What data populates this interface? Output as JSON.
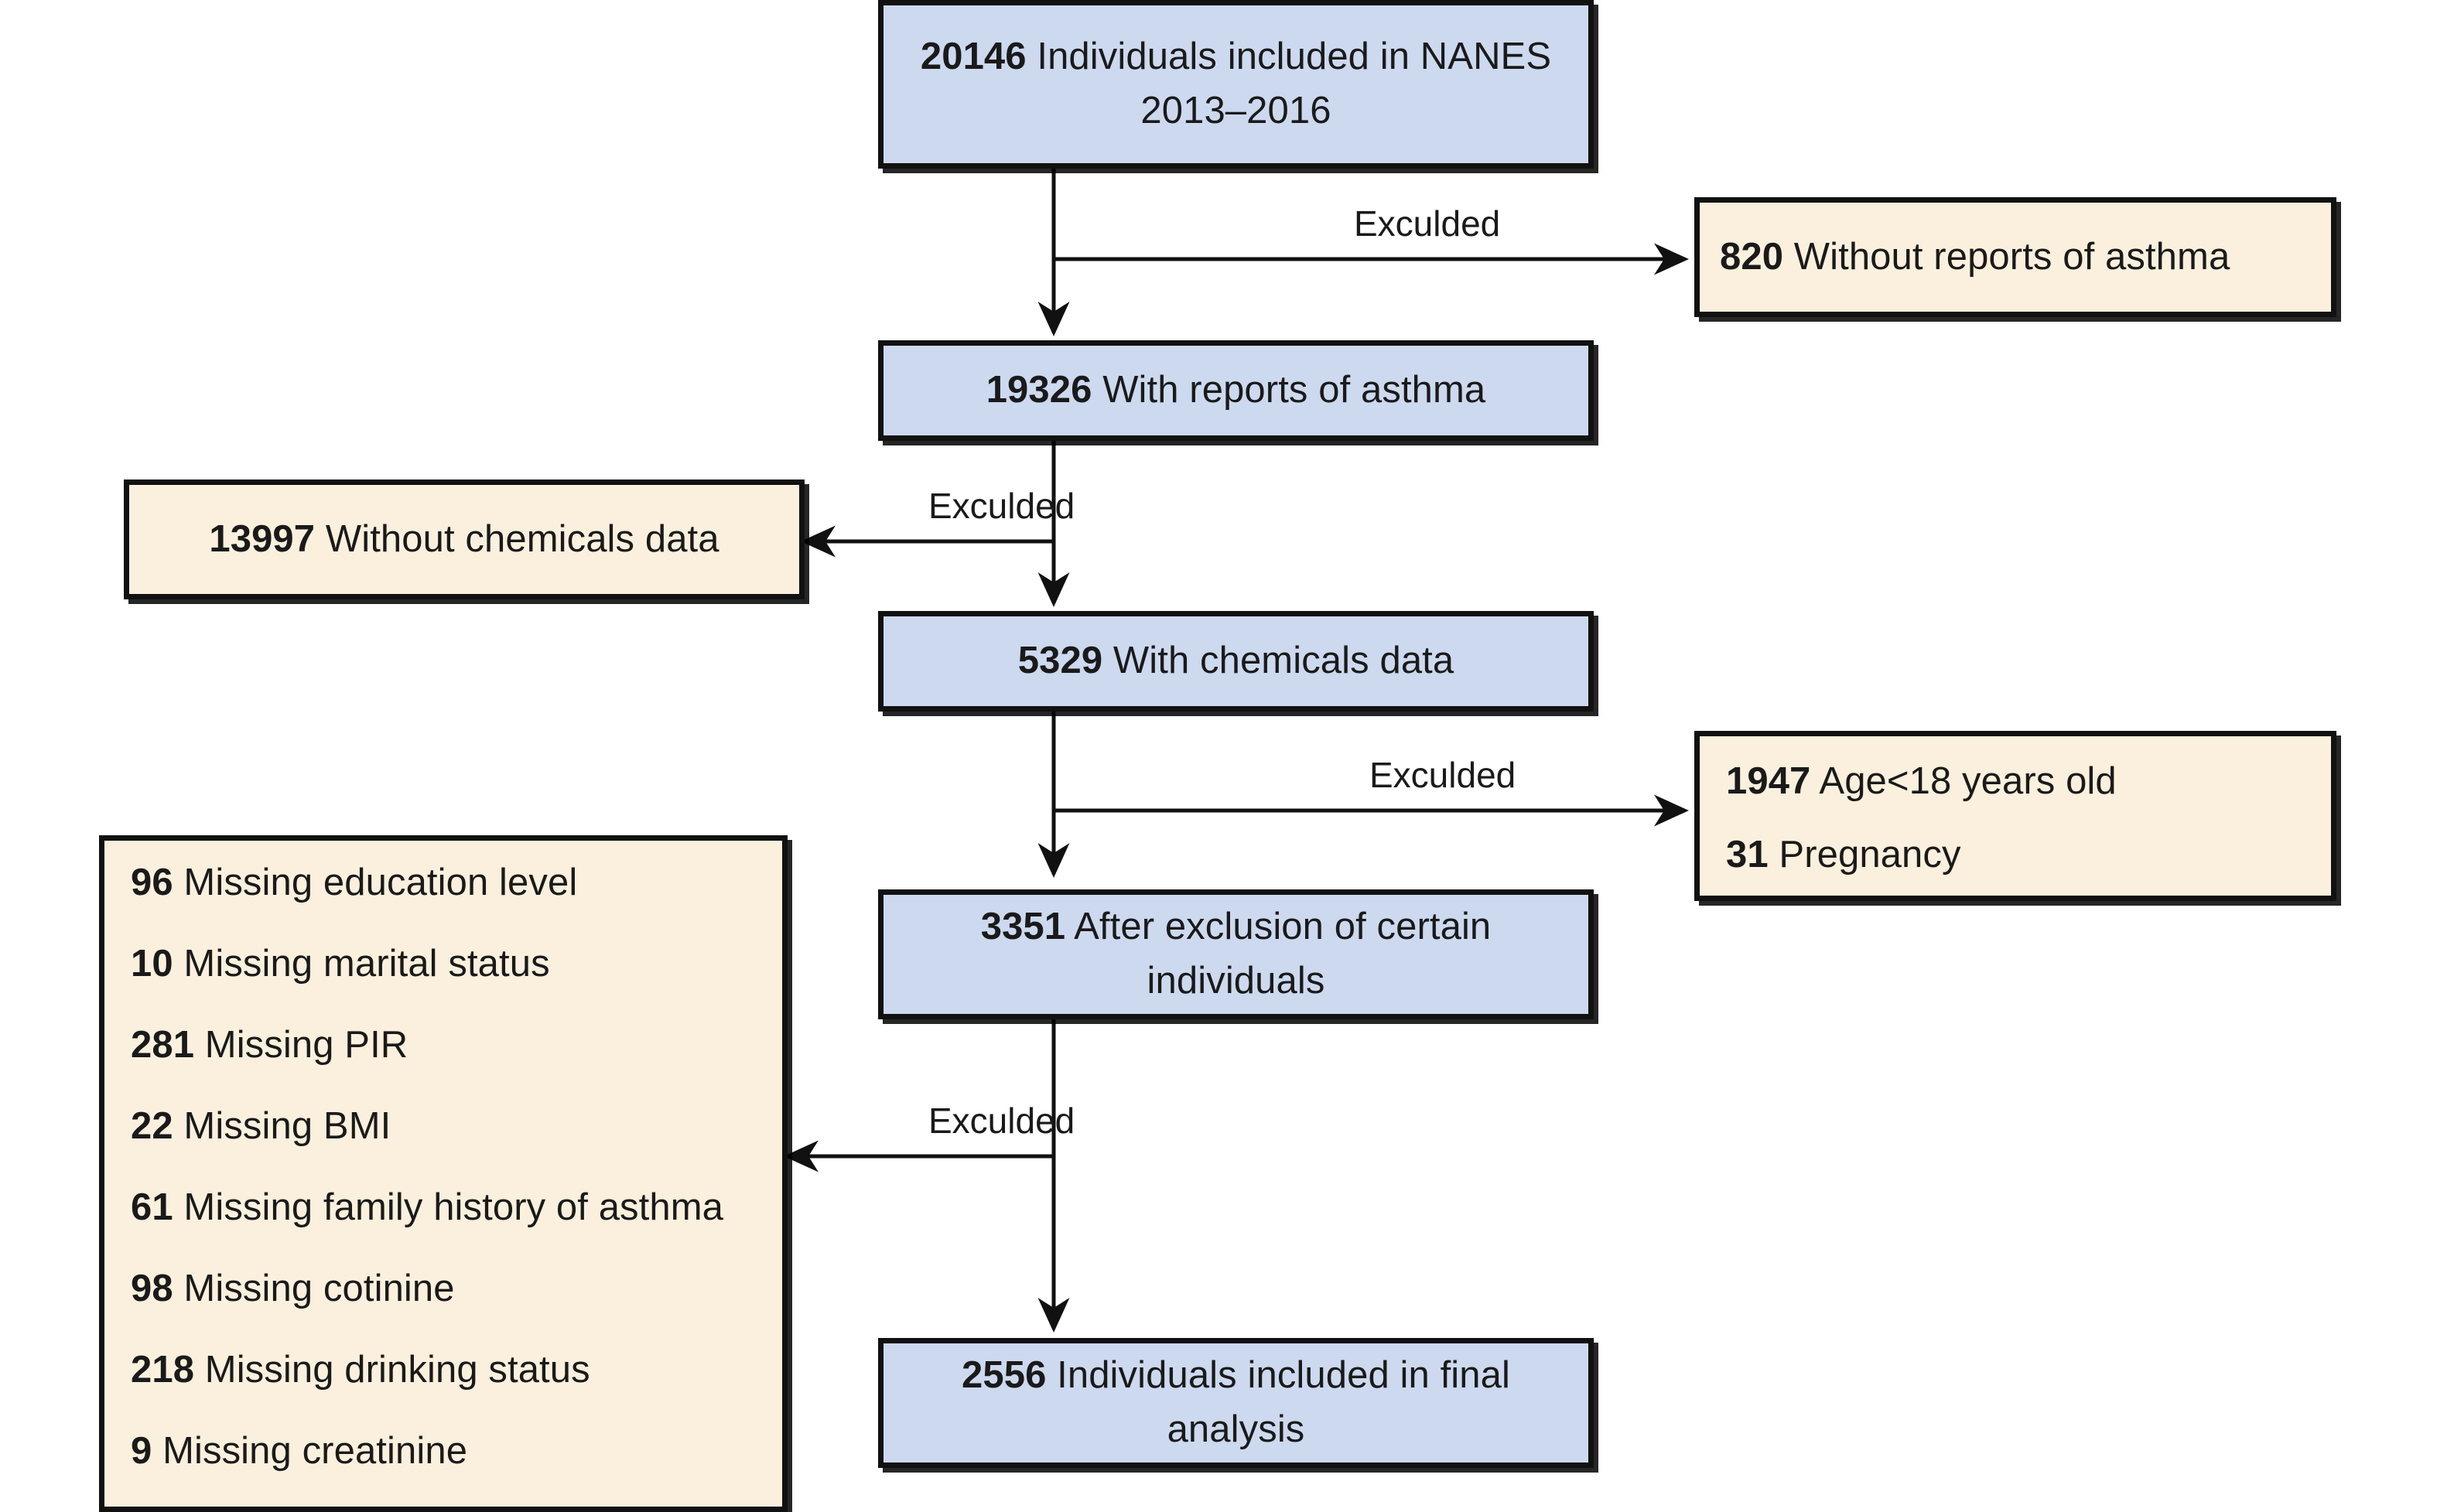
{
  "diagram": {
    "title": "Study participant selection flowchart",
    "colors": {
      "included_box_fill": "#ccd9ef",
      "excluded_box_fill": "#faf0dd",
      "border": "#111111",
      "text": "#1a1a1a",
      "background": "#ffffff"
    },
    "edge_labels": {
      "excluded_1": "Exculded",
      "excluded_2": "Exculded",
      "excluded_3": "Exculded",
      "excluded_4": "Exculded"
    },
    "nodes": {
      "n1_total": {
        "count": "20146",
        "text": "Individuals included in NANES 2013–2016",
        "type": "included"
      },
      "n2_excl_asthma": {
        "count": "820",
        "text": "Without reports of asthma",
        "type": "excluded"
      },
      "n3_with_asthma": {
        "count": "19326",
        "text": "With reports of asthma",
        "type": "included"
      },
      "n4_excl_chem": {
        "count": "13997",
        "text": "Without chemicals data",
        "type": "excluded"
      },
      "n5_with_chem": {
        "count": "5329",
        "text": "With chemicals data",
        "type": "included"
      },
      "n6_excl_demo": {
        "type": "excluded",
        "rows": [
          {
            "count": "1947",
            "text": "Age<18 years old"
          },
          {
            "count": "31",
            "text": "Pregnancy"
          }
        ]
      },
      "n7_after_excl": {
        "count": "3351",
        "text": "After exclusion of certain individuals",
        "type": "included"
      },
      "n8_excl_missing": {
        "type": "excluded",
        "rows": [
          {
            "count": "96",
            "text": "Missing education level"
          },
          {
            "count": "10",
            "text": "Missing marital status"
          },
          {
            "count": "281",
            "text": "Missing PIR"
          },
          {
            "count": "22",
            "text": "Missing BMI"
          },
          {
            "count": "61",
            "text": "Missing family history of asthma"
          },
          {
            "count": "98",
            "text": "Missing cotinine"
          },
          {
            "count": "218",
            "text": "Missing drinking status"
          },
          {
            "count": "9",
            "text": "Missing creatinine"
          }
        ]
      },
      "n9_final": {
        "count": "2556",
        "text": "Individuals included in final analysis",
        "type": "included"
      }
    }
  }
}
